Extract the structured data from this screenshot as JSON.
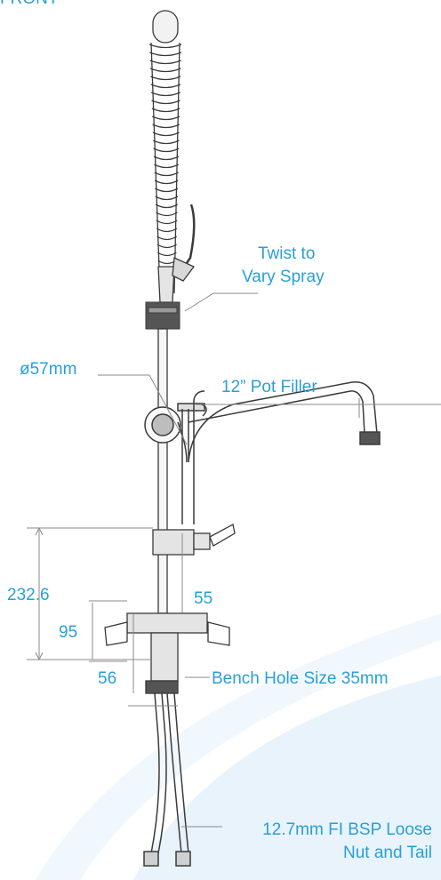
{
  "header_fragment": "FRONT",
  "labels": {
    "twist_line1": "Twist to",
    "twist_line2": "Vary Spray",
    "diameter": "ø57mm",
    "pot_filler": "12” Pot Filler",
    "dim_232": "232.6",
    "dim_55": "55",
    "dim_95": "95",
    "dim_56": "56",
    "bench_hole": "Bench Hole Size 35mm",
    "tail_line1": "12.7mm FI BSP Loose",
    "tail_line2": "Nut and Tail"
  },
  "colors": {
    "label": "#2a9fd6",
    "line": "#8a8a8a",
    "drawing": "#3a3a3a",
    "watermark": "#e8f3fb"
  }
}
